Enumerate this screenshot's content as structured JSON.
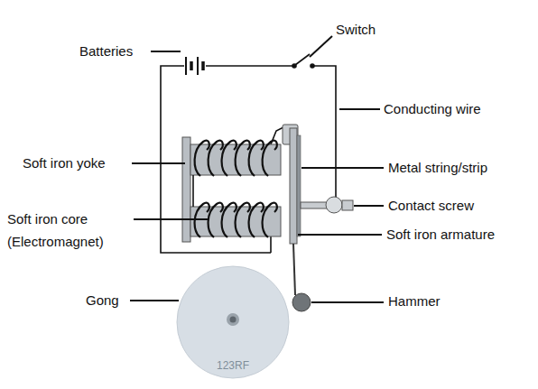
{
  "diagram": {
    "labels": [
      "Batteries",
      "Switch",
      "Conducting wire",
      "Soft iron yoke",
      "Metal string/strip",
      "Contact screw",
      "Soft iron core (Electromagnet)",
      "Soft iron armature",
      "Gong",
      "Hammer",
      "123RF"
    ]
  }
}
